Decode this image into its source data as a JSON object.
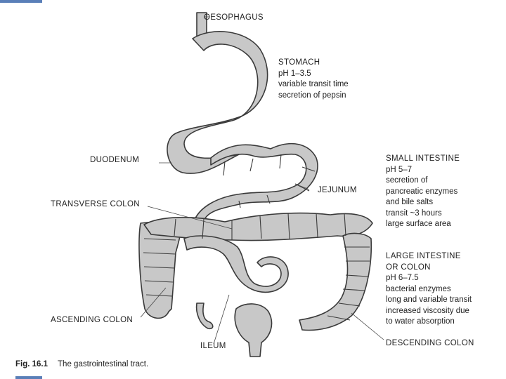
{
  "figure": {
    "labels": {
      "oesophagus": "OESOPHAGUS",
      "duodenum": "DUODENUM",
      "transverse_colon": "TRANSVERSE COLON",
      "jejunum": "JEJUNUM",
      "ascending_colon": "ASCENDING COLON",
      "ileum": "ILEUM",
      "descending_colon": "DESCENDING COLON"
    },
    "stomach": {
      "title": "STOMACH",
      "lines": [
        "pH 1–3.5",
        "variable transit time",
        "secretion of pepsin"
      ]
    },
    "small_intestine": {
      "title": "SMALL INTESTINE",
      "lines": [
        "pH 5–7",
        "secretion of",
        "pancreatic enzymes",
        "and bile salts",
        "transit ~3 hours",
        "large surface area"
      ]
    },
    "large_intestine": {
      "title_lines": [
        "LARGE INTESTINE",
        "OR COLON"
      ],
      "lines": [
        "pH 6–7.5",
        "bacterial enzymes",
        "long and variable transit",
        "increased viscosity due",
        "to water absorption"
      ]
    }
  },
  "caption": {
    "number": "Fig. 16.1",
    "text": "The gastrointestinal tract."
  },
  "colors": {
    "organ_fill": "#c8c8c8",
    "organ_stroke": "#3a3a3a",
    "accent_bar": "#5a7fb8"
  }
}
